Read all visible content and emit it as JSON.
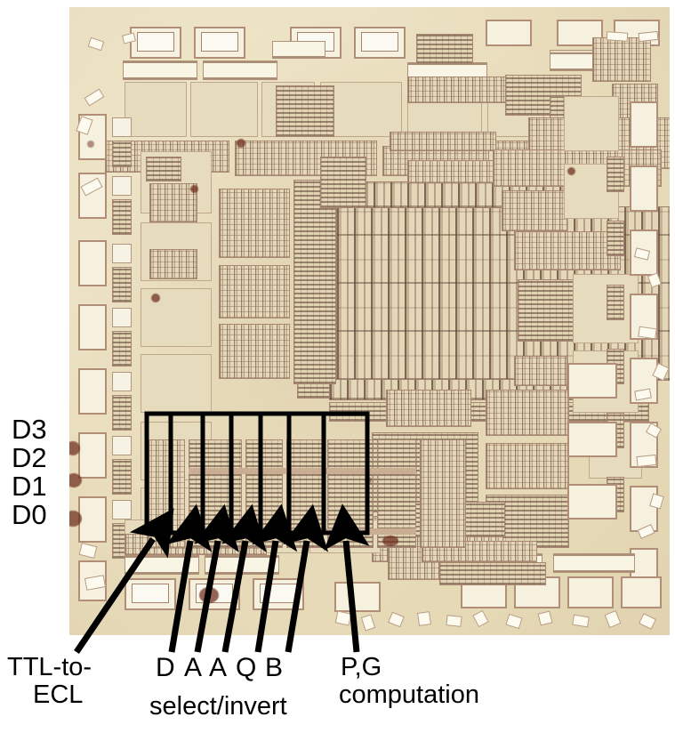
{
  "figure": {
    "kind": "annotated-die-photograph",
    "subject": "integrated circuit die with highlighted functional block",
    "colors": {
      "die_background": "#ece2c4",
      "metal_light": "#f7f3e4",
      "metal_dark": "#7e6152",
      "annotation": "#000000",
      "page_background": "#ffffff"
    }
  },
  "left_labels": [
    {
      "text": "D3"
    },
    {
      "text": "D2"
    },
    {
      "text": "D1"
    },
    {
      "text": "D0"
    }
  ],
  "bottom_labels": {
    "ttl_to_ecl": {
      "line1": "TTL-to-",
      "line2": "ECL"
    },
    "select_invert_letters": [
      "D",
      "A",
      "A",
      "Q",
      "B"
    ],
    "select_invert_caption": "select/invert",
    "pg": {
      "line1": "P,G",
      "line2": "computation"
    }
  },
  "highlight": {
    "label": "highlighted-functional-block",
    "column_count": 7
  },
  "arrows": [
    {
      "name": "arrow-ttl-to-ecl",
      "target": "TTL-to-ECL"
    },
    {
      "name": "arrow-d-select",
      "target": "D"
    },
    {
      "name": "arrow-a-select-1",
      "target": "A"
    },
    {
      "name": "arrow-a-select-2",
      "target": "A"
    },
    {
      "name": "arrow-q-select",
      "target": "Q"
    },
    {
      "name": "arrow-b-select",
      "target": "B"
    },
    {
      "name": "arrow-pg-computation",
      "target": "P,G computation"
    }
  ]
}
